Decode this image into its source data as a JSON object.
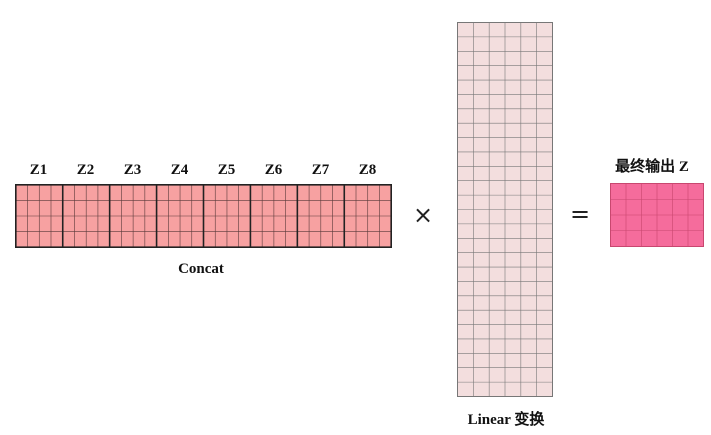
{
  "concat": {
    "heads": [
      "Z1",
      "Z2",
      "Z3",
      "Z4",
      "Z5",
      "Z6",
      "Z7",
      "Z8"
    ],
    "label": "Concat",
    "cell_color": "#f7a1a1",
    "line_color": "#5a3a3a",
    "border_color": "#222222"
  },
  "operators": {
    "times": "×",
    "equals": "="
  },
  "linear": {
    "label": "Linear 变换",
    "cell_color": "#f3dede",
    "line_color": "#777777"
  },
  "output": {
    "label": "最终输出  Z",
    "cell_color": "#f56c9c",
    "line_color": "#c8476f"
  }
}
